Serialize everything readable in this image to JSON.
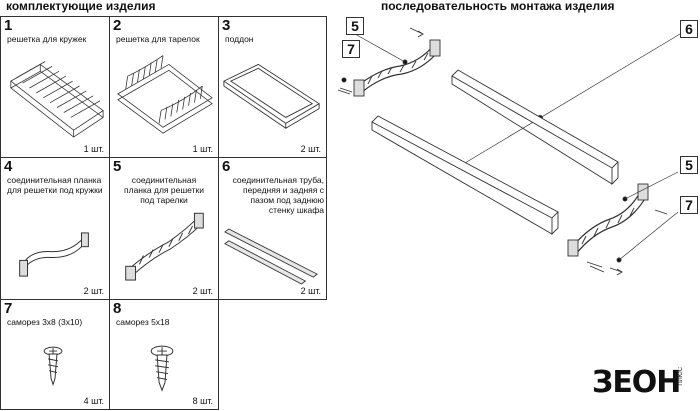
{
  "headings": {
    "components": "комплектующие изделия",
    "assembly": "последовательность монтажа изделия"
  },
  "components": [
    {
      "number": "1",
      "description": "решетка для кружек",
      "quantity": "1 шт."
    },
    {
      "number": "2",
      "description": "решетка для тарелок",
      "quantity": "1 шт."
    },
    {
      "number": "3",
      "description": "поддон",
      "quantity": "2 шт."
    },
    {
      "number": "4",
      "description": "соединительная планка для решетки под кружки",
      "quantity": "2 шт."
    },
    {
      "number": "5",
      "description": "соединительная планка для решетки под тарелки",
      "quantity": "2 шт."
    },
    {
      "number": "6",
      "description": "соединительная труба, передняя и задняя с пазом под заднюю стенку шкафа",
      "quantity": "2 шт."
    },
    {
      "number": "7",
      "description": "саморез 3х8 (3х10)",
      "quantity": "4 шт."
    },
    {
      "number": "8",
      "description": "саморез 5х18",
      "quantity": "8 шт."
    }
  ],
  "callouts": {
    "top_left_a": "5",
    "top_left_b": "7",
    "top_right": "6",
    "bottom_right_a": "5",
    "bottom_right_b": "7"
  },
  "brand": {
    "logo": "ЗЕОН",
    "sub": "ПЛЮС"
  }
}
